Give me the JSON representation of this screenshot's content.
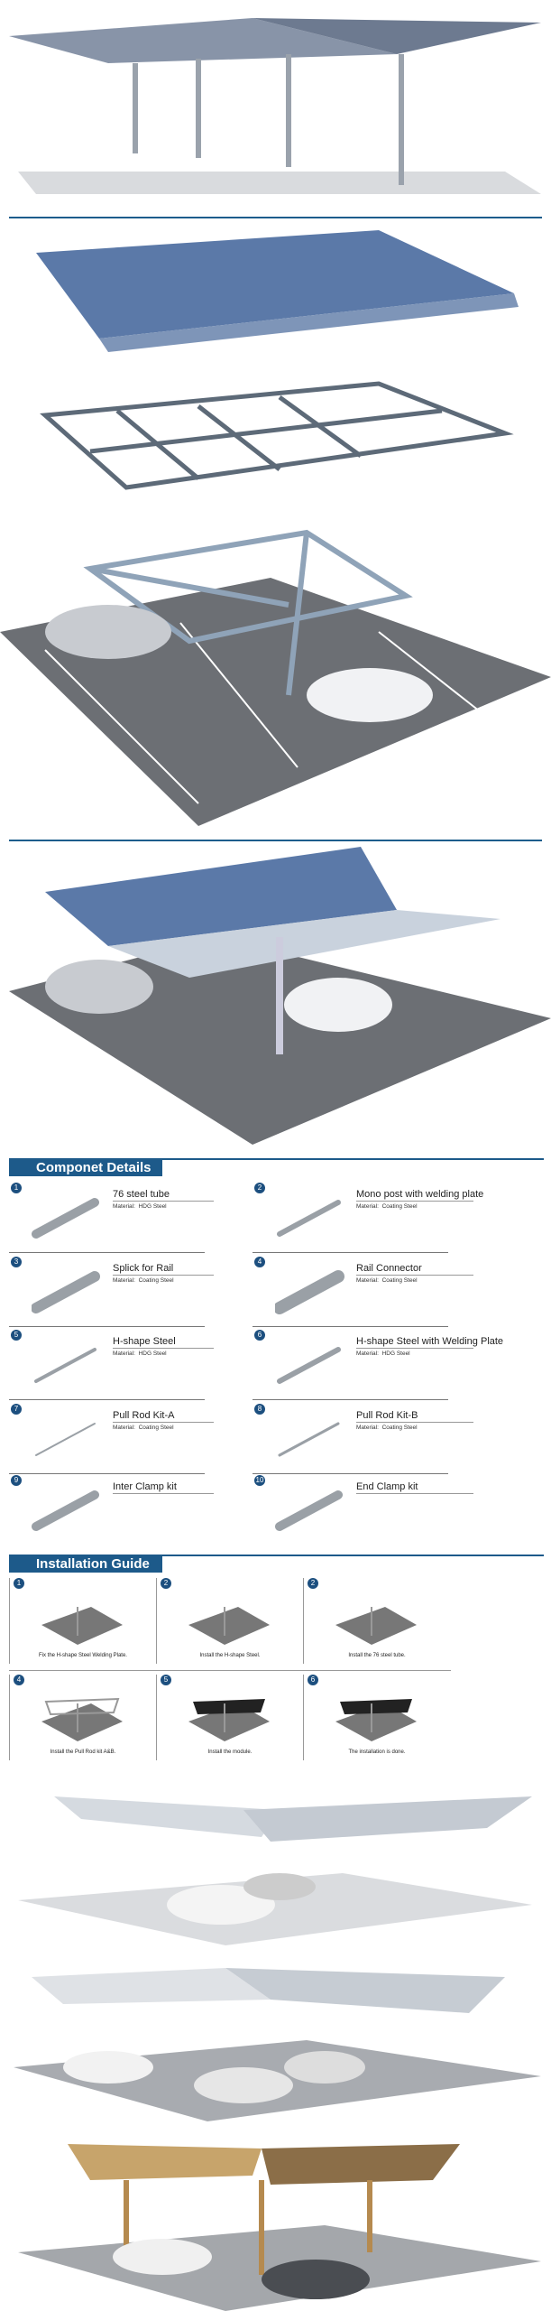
{
  "components": {
    "title": "Componet Details",
    "material_label": "Material:",
    "items": [
      {
        "num": "1",
        "name": "76 steel tube",
        "material": "HDG Steel"
      },
      {
        "num": "2",
        "name": "Mono post with welding plate",
        "material": "Coating Steel"
      },
      {
        "num": "3",
        "name": "Splick for Rail",
        "material": "Coating Steel"
      },
      {
        "num": "4",
        "name": "Rail Connector",
        "material": "Coating Steel"
      },
      {
        "num": "5",
        "name": "H-shape Steel",
        "material": "HDG Steel"
      },
      {
        "num": "6",
        "name": "H-shape Steel with Welding Plate",
        "material": "HDG Steel"
      },
      {
        "num": "7",
        "name": "Pull Rod Kit-A",
        "material": "Coating Steel"
      },
      {
        "num": "8",
        "name": "Pull Rod Kit-B",
        "material": "Coating Steel"
      },
      {
        "num": "9",
        "name": "Inter Clamp kit"
      },
      {
        "num": "10",
        "name": "End Clamp kit"
      }
    ]
  },
  "installation": {
    "title": "Installation Guide",
    "steps": [
      {
        "num": "1",
        "caption": "Fix the H-shape Steel Welding Plate."
      },
      {
        "num": "2",
        "caption": "Install the H-shape Steel."
      },
      {
        "num": "2",
        "caption": "Install the 76 steel tube."
      },
      {
        "num": "4",
        "caption": "Install the Pull Rod kit A&B."
      },
      {
        "num": "5",
        "caption": "Install the module."
      },
      {
        "num": "6",
        "caption": "The installation is done."
      }
    ]
  },
  "colors": {
    "accent": "#1d5a8a",
    "panel": "#5b79a8",
    "ground": "#6c6f74"
  }
}
